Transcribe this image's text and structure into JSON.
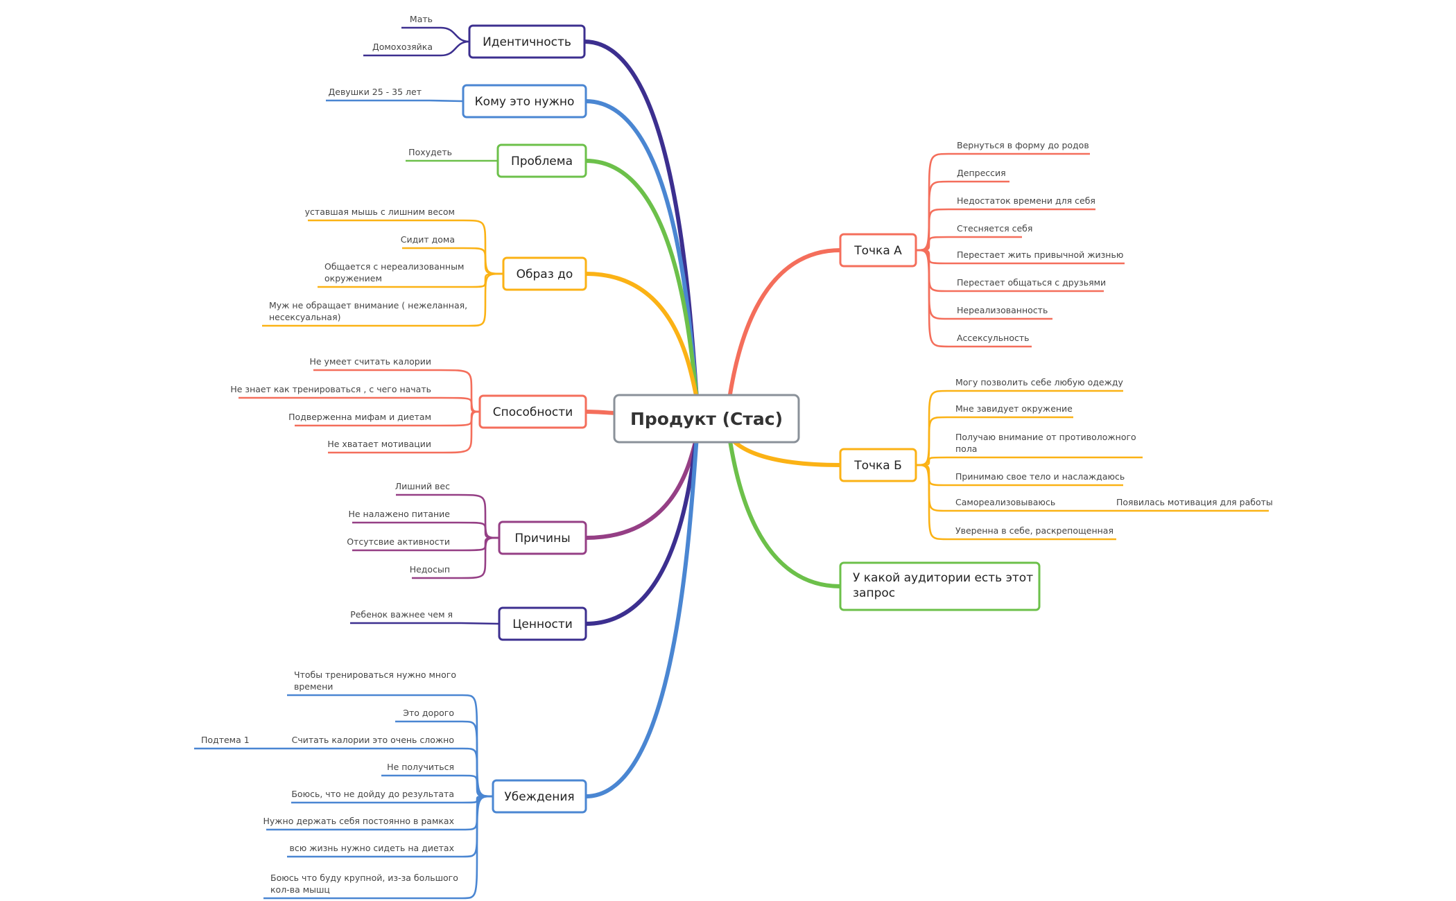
{
  "colors": {
    "navy": "#3c2f8f",
    "blue": "#4a86d2",
    "green": "#6cc04a",
    "orange": "#fbb215",
    "coral": "#f46e5b",
    "purple": "#953f85",
    "root_border": "#8a9199"
  },
  "root": {
    "label": "Продукт (Стас)"
  },
  "branches": [
    {
      "id": "identity",
      "side": "left",
      "color": "navy",
      "label": "Идентичность",
      "leaves": [
        [
          "Мать"
        ],
        [
          "Домохозяйка"
        ]
      ]
    },
    {
      "id": "audience",
      "side": "left",
      "color": "blue",
      "label": "Кому это нужно",
      "leaves": [
        [
          "Девушки 25 - 35 лет"
        ]
      ]
    },
    {
      "id": "problem",
      "side": "left",
      "color": "green",
      "label": "Проблема",
      "leaves": [
        [
          "Похудеть"
        ]
      ]
    },
    {
      "id": "image-before",
      "side": "left",
      "color": "orange",
      "label": "Образ до",
      "leaves": [
        [
          "уставшая мышь с лишним весом"
        ],
        [
          "Сидит дома"
        ],
        [
          "Общается с нереализованным",
          "окружением"
        ],
        [
          "Муж не обращает внимание ( нежеланная,",
          "несексуальная)"
        ]
      ]
    },
    {
      "id": "abilities",
      "side": "left",
      "color": "coral",
      "label": "Способности",
      "leaves": [
        [
          "Не умеет считать калории"
        ],
        [
          "Не знает как тренироваться , с чего начать"
        ],
        [
          "Подверженна мифам и диетам"
        ],
        [
          "Не хватает мотивации"
        ]
      ]
    },
    {
      "id": "causes",
      "side": "left",
      "color": "purple",
      "label": "Причины",
      "leaves": [
        [
          "Лишний вес"
        ],
        [
          "Не налажено питание"
        ],
        [
          "Отсутсвие активности"
        ],
        [
          "Недосып"
        ]
      ]
    },
    {
      "id": "values",
      "side": "left",
      "color": "navy",
      "label": "Ценности",
      "leaves": [
        [
          "Ребенок важнее чем я"
        ]
      ]
    },
    {
      "id": "beliefs",
      "side": "left",
      "color": "blue",
      "label": "Убеждения",
      "leaves": [
        [
          "Чтобы тренироваться нужно много",
          "времени"
        ],
        [
          "Это дорого"
        ],
        [
          "Считать калории это очень сложно"
        ],
        [
          "Не получиться"
        ],
        [
          "Боюсь, что не дойду до результата"
        ],
        [
          "Нужно держать себя постоянно в рамках"
        ],
        [
          "всю жизнь нужно сидеть на диетах"
        ],
        [
          "Боюсь что буду крупной, из-за большого",
          "кол-ва мышц"
        ]
      ],
      "subleaf": {
        "parent_index": 2,
        "label": "Подтема 1"
      }
    },
    {
      "id": "point-a",
      "side": "right",
      "color": "coral",
      "label": "Точка А",
      "leaves": [
        [
          "Вернуться в форму до родов"
        ],
        [
          "Депрессия"
        ],
        [
          "Недостаток времени для себя"
        ],
        [
          "Стесняется себя"
        ],
        [
          "Перестает жить привычной жизнью"
        ],
        [
          "Перестает общаться с друзьями"
        ],
        [
          "Нереализованность"
        ],
        [
          "Ассексульность"
        ]
      ]
    },
    {
      "id": "point-b",
      "side": "right",
      "color": "orange",
      "label": "Точка Б",
      "leaves": [
        [
          "Могу позволить себе любую одежду"
        ],
        [
          "Мне завидует окружение"
        ],
        [
          "Получаю внимание  от противоложного",
          "пола"
        ],
        [
          "Принимаю свое тело и наслаждаюсь"
        ],
        [
          "Самореализовываюсь"
        ],
        [
          "Уверенна в себе, раскрепощенная"
        ]
      ],
      "subleaf": {
        "parent_index": 4,
        "label": "Появилась мотивация для работы"
      }
    },
    {
      "id": "audience-request",
      "side": "right",
      "color": "green",
      "label": "У какой аудитории есть этот запрос",
      "label_lines": [
        "У какой аудитории есть этот",
        "запрос"
      ],
      "leaves": []
    }
  ]
}
